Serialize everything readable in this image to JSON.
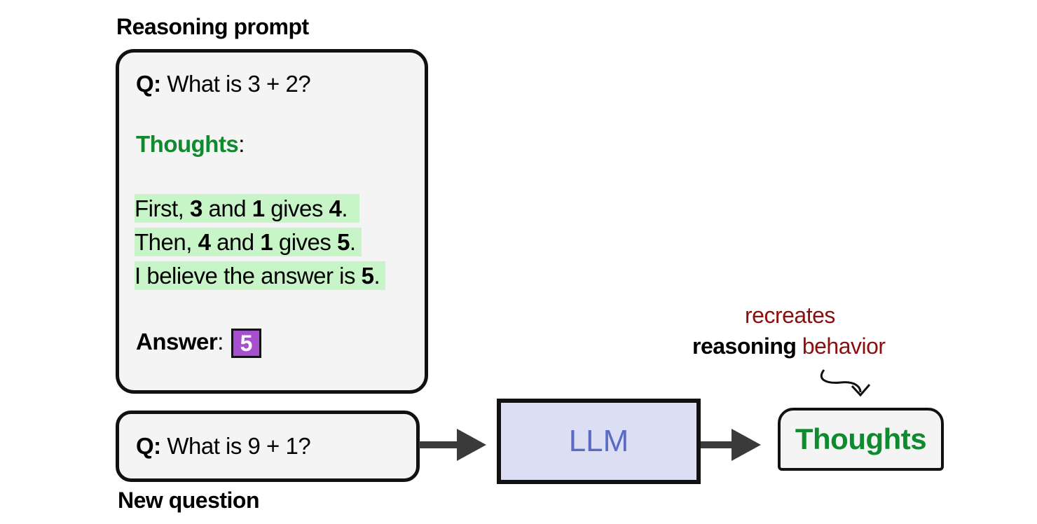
{
  "prompt_section": {
    "title": "Reasoning prompt",
    "q_label": "Q:",
    "q_text": " What is 3 + 2?",
    "thoughts_label": "Thoughts",
    "thoughts_colon": ":",
    "line1": {
      "a": "First, ",
      "b": "3",
      "c": " and ",
      "d": "1",
      "e": " gives ",
      "f": "4",
      "g": "."
    },
    "line2": {
      "a": "Then, ",
      "b": "4",
      "c": " and ",
      "d": "1",
      "e": " gives ",
      "f": "5",
      "g": "."
    },
    "line3": {
      "a": "I believe the answer is ",
      "b": "5",
      "c": "."
    },
    "answer_label": "Answer",
    "answer_colon": ":",
    "answer_value": "5"
  },
  "new_question": {
    "q_label": "Q:",
    "q_text": " What is 9 + 1?",
    "caption": "New question"
  },
  "model": {
    "label": "LLM"
  },
  "output": {
    "label": "Thoughts"
  },
  "annotation": {
    "line1": "recreates",
    "line2_a": "reasoning",
    "line2_b": " behavior"
  },
  "colors": {
    "green": "#0f8a2f",
    "highlight": "#c8f5c8",
    "answer_chip": "#a84fd0",
    "llm_fill": "#dcdff3",
    "llm_text": "#5b6bc4",
    "annotation_red": "#8b0f0f"
  }
}
